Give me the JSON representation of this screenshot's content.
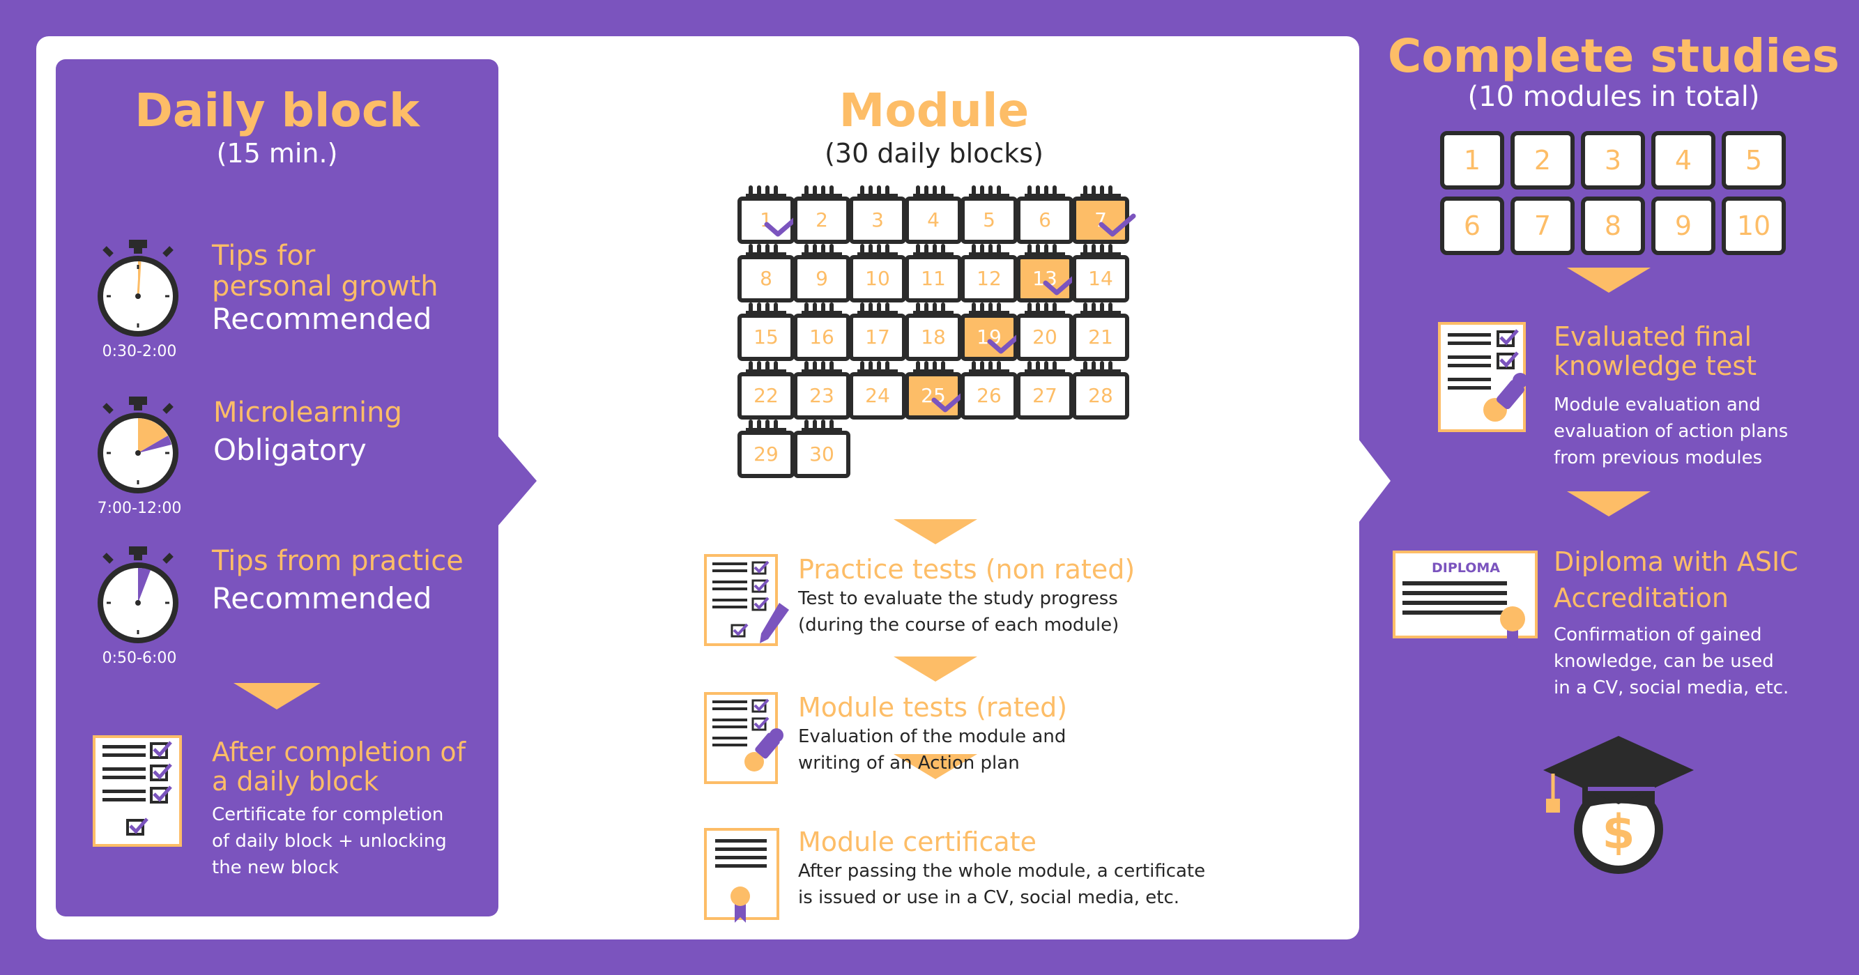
{
  "daily_block": {
    "title": "Daily block",
    "subtitle": "(15 min.)",
    "items": [
      {
        "heading": "Tips for\npersonal growth",
        "status": "Recommended",
        "time": "0:30-2:00"
      },
      {
        "heading": "Microlearning",
        "status": "Obligatory",
        "time": "7:00-12:00"
      },
      {
        "heading": "Tips from practice",
        "status": "Recommended",
        "time": "0:50-6:00"
      }
    ],
    "after": {
      "heading": "After completion of\na daily block",
      "description": "Certificate for completion\nof daily block + unlocking\nthe new block"
    }
  },
  "module": {
    "title": "Module",
    "subtitle": "(30 daily blocks)",
    "days": [
      "1",
      "2",
      "3",
      "4",
      "5",
      "6",
      "7",
      "8",
      "9",
      "10",
      "11",
      "12",
      "13",
      "14",
      "15",
      "16",
      "17",
      "18",
      "19",
      "20",
      "21",
      "22",
      "23",
      "24",
      "25",
      "26",
      "27",
      "28",
      "29",
      "30"
    ],
    "highlighted_days": [
      7,
      13,
      19,
      25
    ],
    "checked_days": [
      1,
      7,
      13,
      19,
      25
    ],
    "steps": [
      {
        "heading": "Practice tests (non rated)",
        "description": "Test to evaluate the study progress\n(during the course of each module)"
      },
      {
        "heading": "Module tests (rated)",
        "description": "Evaluation of the module and\nwriting of an Action plan"
      },
      {
        "heading": "Module certificate",
        "description": "After passing the whole module, a certificate\nis issued or use in a CV, social media, etc."
      }
    ]
  },
  "complete": {
    "title": "Complete studies",
    "subtitle": "(10 modules in total)",
    "modules": [
      "1",
      "2",
      "3",
      "4",
      "5",
      "6",
      "7",
      "8",
      "9",
      "10"
    ],
    "final_test": {
      "heading": "Evaluated final\nknowledge test",
      "description": "Module evaluation and\nevaluation of action plans\nfrom previous modules"
    },
    "diploma": {
      "label": "DIPLOMA",
      "heading": "Diploma with ASIC\nAccreditation",
      "description": "Confirmation of gained\nknowledge, can be used\nin a CV, social media, etc."
    },
    "cap_symbol": "$"
  },
  "colors": {
    "purple": "#7b54be",
    "orange": "#fdbd67",
    "dark": "#2b2b2b",
    "white": "#ffffff"
  }
}
